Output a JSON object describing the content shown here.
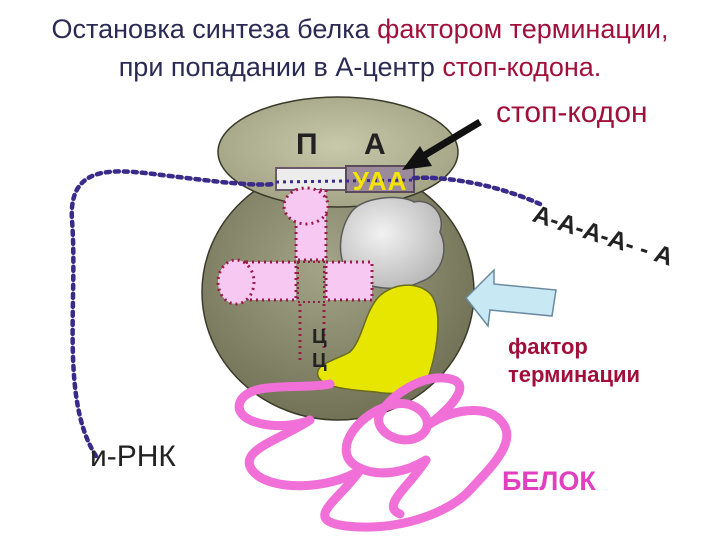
{
  "title": {
    "line1_plain": "Остановка синтеза белка ",
    "line1_highlight": "фактором терминации,",
    "line2_plain": "при попадании в А-центр ",
    "line2_highlight": "стоп-кодона."
  },
  "labels": {
    "stop_codon": "стоп-кодон",
    "p_site": "П",
    "a_site": "А",
    "codon": "УАА",
    "mrna_tail": "А-А-А-А- - А",
    "anticodon_1": "Ц",
    "anticodon_2": "Ц",
    "factor_line1": "фактор",
    "factor_line2": "терминации",
    "mrna": "и-РНК",
    "protein": "БЕЛОК"
  },
  "colors": {
    "title_text": "#2a2a55",
    "highlight": "#a0103a",
    "ribosome_small": "#8c8c6c",
    "ribosome_large": "#b8b89a",
    "trna": "#f6c8f2",
    "trna_dots": "#9a1a4a",
    "factor": "#e6e600",
    "arrow_fill": "#c8e8f4",
    "protein": "#f070d8",
    "mrna_dots": "#3a2a8a",
    "codon_text": "#f4e400"
  }
}
